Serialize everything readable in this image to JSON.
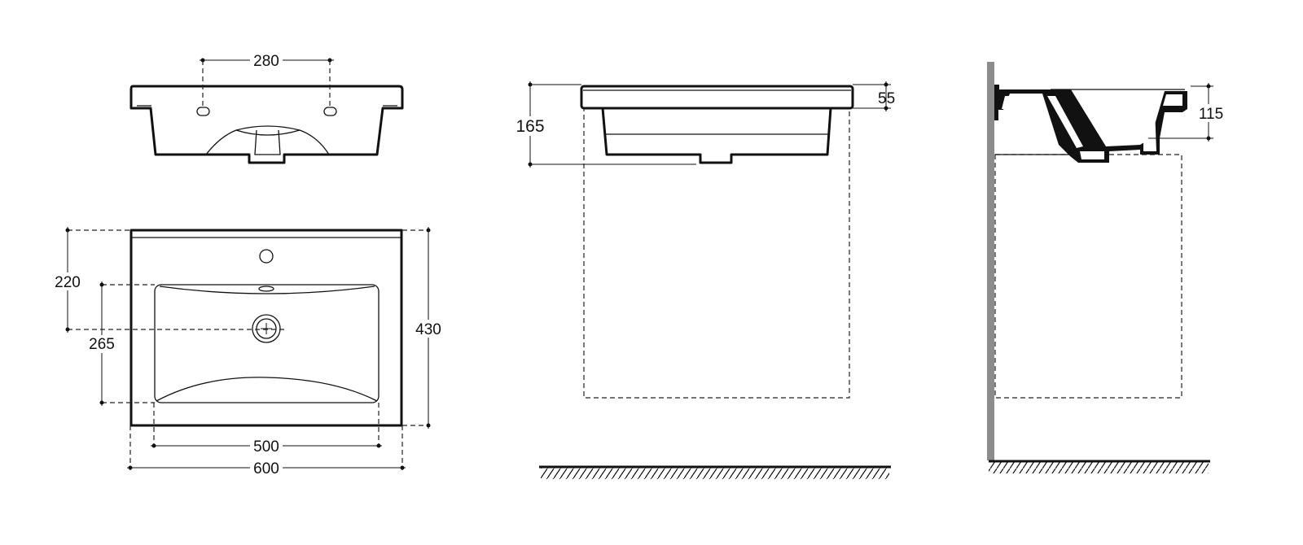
{
  "drawing": {
    "views": [
      "front-elevation-top-left",
      "plan-view",
      "front-elevation-with-cabinet",
      "side-section"
    ],
    "dimensions": {
      "tap_hole_spacing": "280",
      "plan_drain_offset": "220",
      "plan_bowl_depth": "265",
      "plan_total_depth": "430",
      "plan_bowl_width": "500",
      "plan_total_width": "600",
      "front_total_height": "165",
      "front_rim_height": "55",
      "side_bowl_depth": "115"
    },
    "colors": {
      "line": "#111111",
      "wall": "#8c8c8c"
    }
  }
}
